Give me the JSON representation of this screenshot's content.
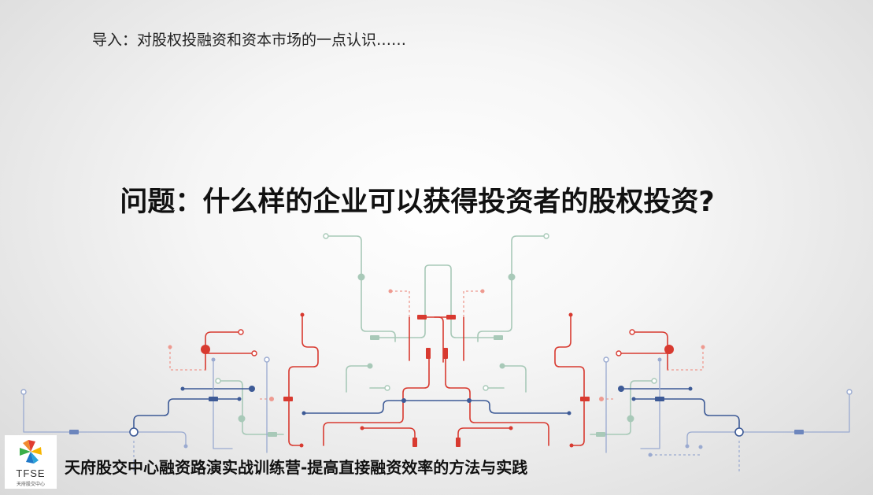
{
  "slide": {
    "intro": "导入：对股权投融资和资本市场的一点认识……",
    "title": "问题：什么样的企业可以获得投资者的股权投资?",
    "footer": "天府股交中心融资路演实战训练营-提高直接融资效率的方法与实践"
  },
  "logo": {
    "text": "TFSE",
    "subtext": "天府股交中心",
    "icon": "pinwheel-logo-icon"
  },
  "colors": {
    "red": "#d83a30",
    "red_light": "#ee9a90",
    "green": "#a8c9b8",
    "blue": "#3d5a96",
    "blue_light": "#9aaad0",
    "logo_red": "#e03c31",
    "logo_yellow": "#f7b500",
    "logo_blue": "#1f78c8",
    "logo_green": "#3bae49"
  }
}
